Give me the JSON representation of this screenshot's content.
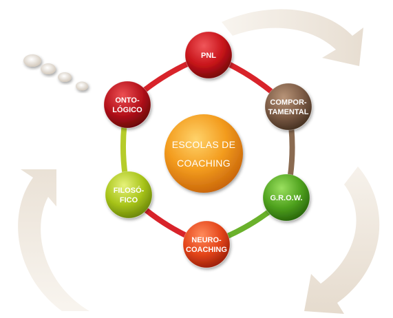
{
  "diagram": {
    "center": {
      "line1": "ESCOLAS DE",
      "line2": "COACHING",
      "color": "#F39C1E"
    },
    "nodes": [
      {
        "id": "pnl",
        "lines": [
          "PNL"
        ],
        "color": "#C8141A"
      },
      {
        "id": "comportamental",
        "lines": [
          "COMPOR-",
          "TAMENTAL"
        ],
        "color": "#7C5B45"
      },
      {
        "id": "grow",
        "lines": [
          "G.R.O.W."
        ],
        "color": "#4FA21E"
      },
      {
        "id": "neurocoaching",
        "lines": [
          "NEURO-",
          "COACHING"
        ],
        "color": "#E4451A"
      },
      {
        "id": "filosofico",
        "lines": [
          "FILOSÓ-",
          "FICO"
        ],
        "color": "#A8C41A"
      },
      {
        "id": "ontologico",
        "lines": [
          "ONTO-",
          "LÓGICO"
        ],
        "color": "#B5121B"
      }
    ],
    "ring_colors": {
      "red": "#D8232A",
      "brown": "#8A6A50",
      "green": "#6AB12B",
      "lime": "#B6CC2A"
    },
    "decor_color": "#EEE7DD"
  }
}
